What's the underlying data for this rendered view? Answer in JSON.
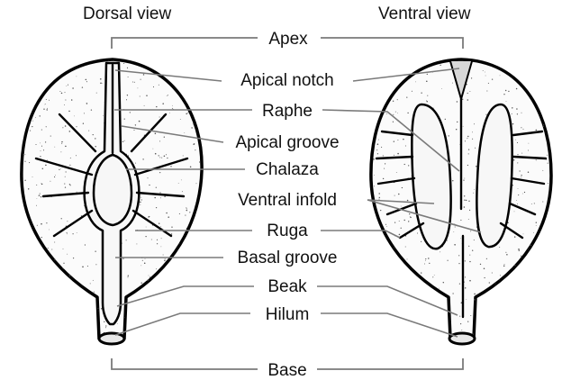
{
  "figure": {
    "dorsal_title": "Dorsal view",
    "ventral_title": "Ventral view"
  },
  "labels": {
    "apex": "Apex",
    "apical_notch": "Apical notch",
    "raphe": "Raphe",
    "apical_groove": "Apical groove",
    "chalaza": "Chalaza",
    "ventral_infold": "Ventral infold",
    "ruga": "Ruga",
    "basal_groove": "Basal groove",
    "beak": "Beak",
    "hilum": "Hilum",
    "base": "Base"
  },
  "colors": {
    "outline": "#000000",
    "leader": "#7a7a7a",
    "stipple": "#555555",
    "fill": "#fbfbfb"
  }
}
